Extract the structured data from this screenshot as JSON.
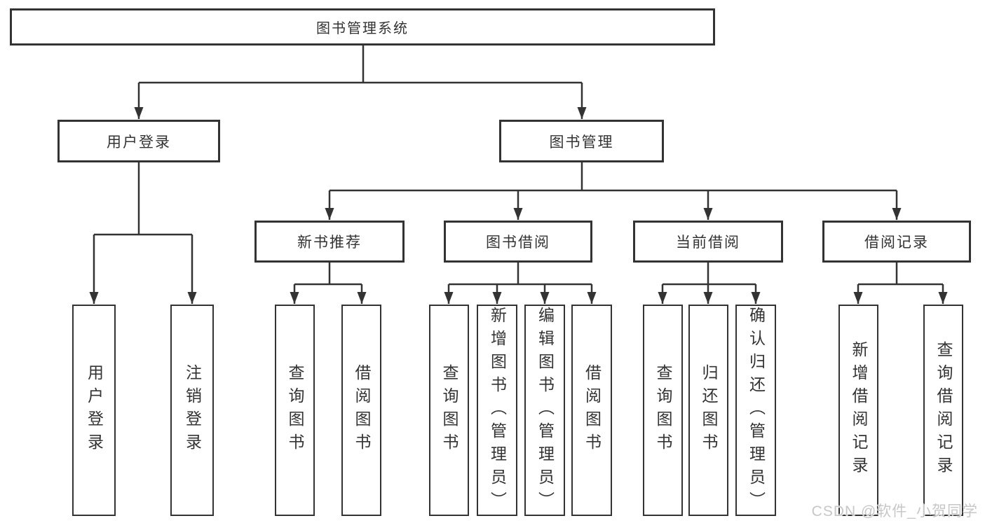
{
  "diagram": {
    "type": "tree",
    "orientation": "top-down",
    "tree": {
      "label": "图书管理系统",
      "children": [
        {
          "label": "用户登录",
          "children": [
            {
              "label": "用户登录"
            },
            {
              "label": "注销登录"
            }
          ]
        },
        {
          "label": "图书管理",
          "children": [
            {
              "label": "新书推荐",
              "children": [
                {
                  "label": "查询图书"
                },
                {
                  "label": "借阅图书"
                }
              ]
            },
            {
              "label": "图书借阅",
              "children": [
                {
                  "label": "查询图书"
                },
                {
                  "label": "新增图书（管理员）"
                },
                {
                  "label": "编辑图书（管理员）"
                },
                {
                  "label": "借阅图书"
                }
              ]
            },
            {
              "label": "当前借阅",
              "children": [
                {
                  "label": "查询图书"
                },
                {
                  "label": "归还图书"
                },
                {
                  "label": "确认归还（管理员）"
                }
              ]
            },
            {
              "label": "借阅记录",
              "children": [
                {
                  "label": "新增借阅记录"
                },
                {
                  "label": "查询借阅记录"
                }
              ]
            }
          ]
        }
      ]
    }
  },
  "watermark": {
    "text": "CSDN @软件_小贺同学"
  },
  "colors": {
    "line": "#333333",
    "box_border": "#333333",
    "text": "#333333",
    "background": "#ffffff",
    "watermark": "#c7c7c7"
  }
}
